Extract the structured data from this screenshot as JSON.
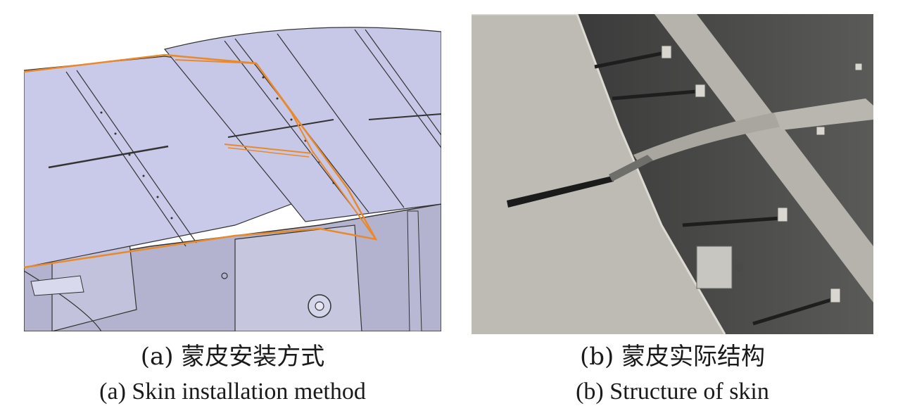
{
  "figure": {
    "panel_a": {
      "caption_zh": "(a) 蒙皮安装方式",
      "caption_en": "(a) Skin installation method"
    },
    "panel_b": {
      "caption_zh": "(b) 蒙皮实际结构",
      "caption_en": "(b) Structure of skin"
    }
  },
  "colors": {
    "cad_skin": "#c9c9ea",
    "cad_highlight": "#e8892c",
    "photo_metal": "#a8a7a2"
  }
}
